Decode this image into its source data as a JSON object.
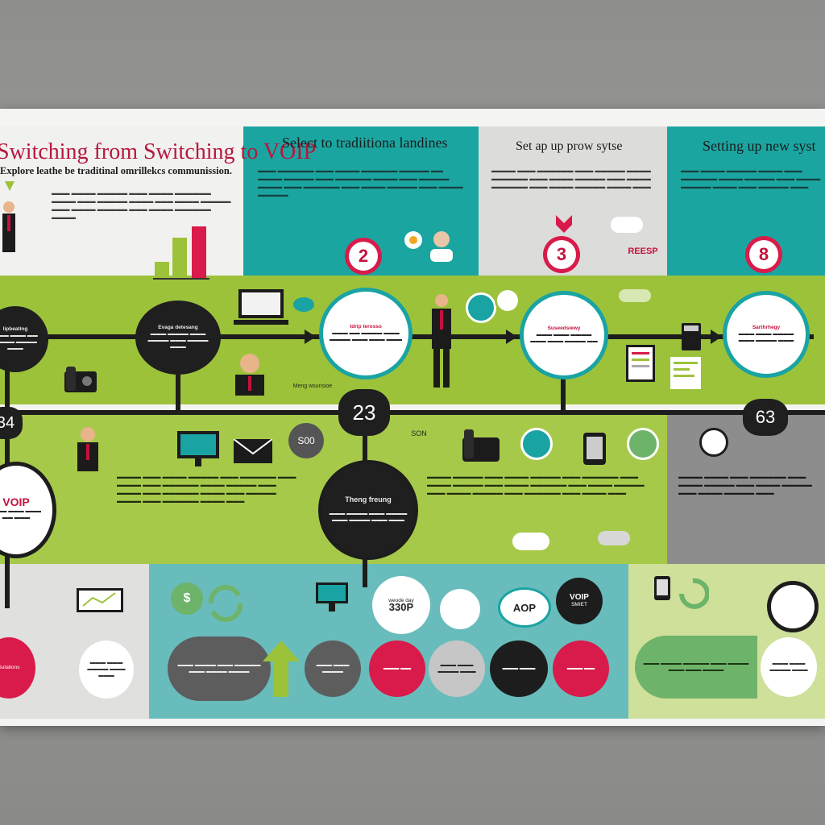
{
  "header": {
    "title": "Switching from Switching to VOIP",
    "subtitle": "Explore leathe be traditinal omrillekcs communission.",
    "panel2_title": "Select to tradiitiona landines",
    "panel3_title": "Set ap up prow sytse",
    "panel4_title": "Setting up new syst"
  },
  "steps": {
    "step2": "2",
    "step3": "3",
    "step8": "8",
    "node23": "23",
    "node63": "63",
    "node34": "34"
  },
  "labels": {
    "c1_title": "Evaga detesang",
    "c2_title": "tdrip terosso",
    "c3_title": "Suseedsiewy",
    "c4_title": "Sarthrhegy",
    "left_title": "lipbeating",
    "voip_left": "VOIP",
    "theng_title": "Theng freung",
    "reesp": "REESP",
    "soo": "S00",
    "son_label": "SON",
    "price_top": "weode day",
    "price": "330P",
    "voip_badge": "VOIP",
    "voip_badge2": "SMIET",
    "aop": "AOP",
    "mang_label": "Meng wsunsioe",
    "dollar": "$",
    "sutations": "Sutations"
  },
  "colors": {
    "teal": "#1aa3a3",
    "green": "#9cc23a",
    "red": "#d81b4a",
    "dark": "#1f1f1f",
    "grey": "#8c8c8c"
  }
}
